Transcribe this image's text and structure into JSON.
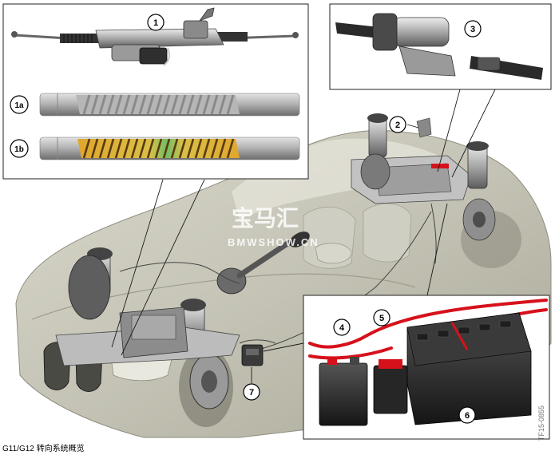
{
  "caption": "G11/G12 转向系统概览",
  "document_id": "TF15-0855",
  "watermark": {
    "brand_cn": "宝马汇",
    "brand_en": "BMWSHOW.CN"
  },
  "callouts": [
    "1",
    "1a",
    "1b",
    "2",
    "3",
    "4",
    "5",
    "6",
    "7"
  ],
  "colors": {
    "box_border": "#222222",
    "callout_fill": "#ffffff",
    "battery_red": "#d6111b",
    "rack_yellow": "#e6b23a",
    "rack_green": "#7bbf5a"
  }
}
